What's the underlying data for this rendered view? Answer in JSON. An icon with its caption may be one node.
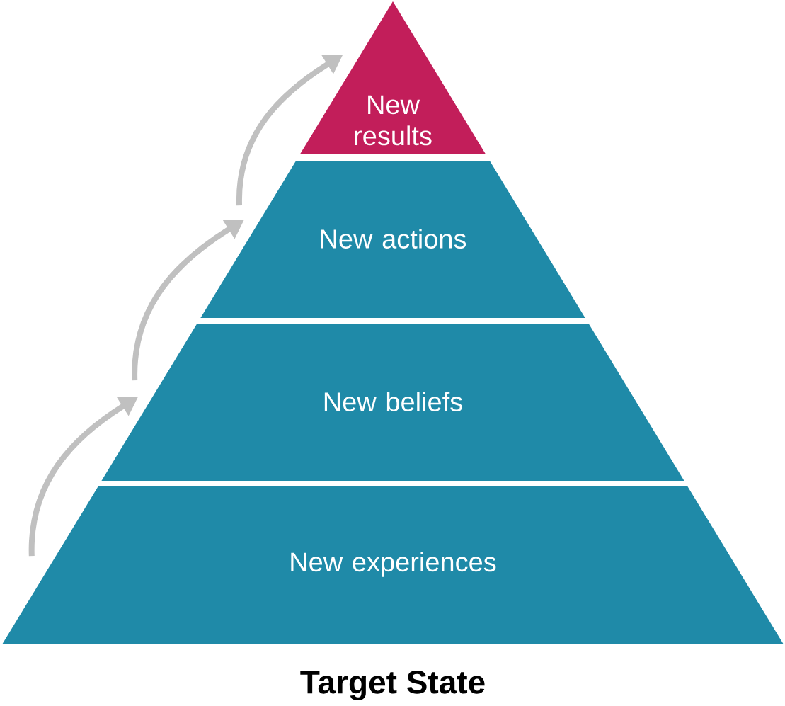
{
  "diagram": {
    "caption": "Target State",
    "nodes": [
      {
        "text": [
          "New results"
        ]
      },
      {
        "text": [
          "New actions"
        ]
      },
      {
        "text": [
          "New beliefs"
        ]
      },
      {
        "text": [
          "New experiences"
        ]
      }
    ],
    "edges": [
      {
        "from": 3,
        "to": 2,
        "arrow": "to"
      },
      {
        "from": 2,
        "to": 1,
        "arrow": "to"
      },
      {
        "from": 1,
        "to": 0,
        "arrow": "to"
      }
    ]
  }
}
